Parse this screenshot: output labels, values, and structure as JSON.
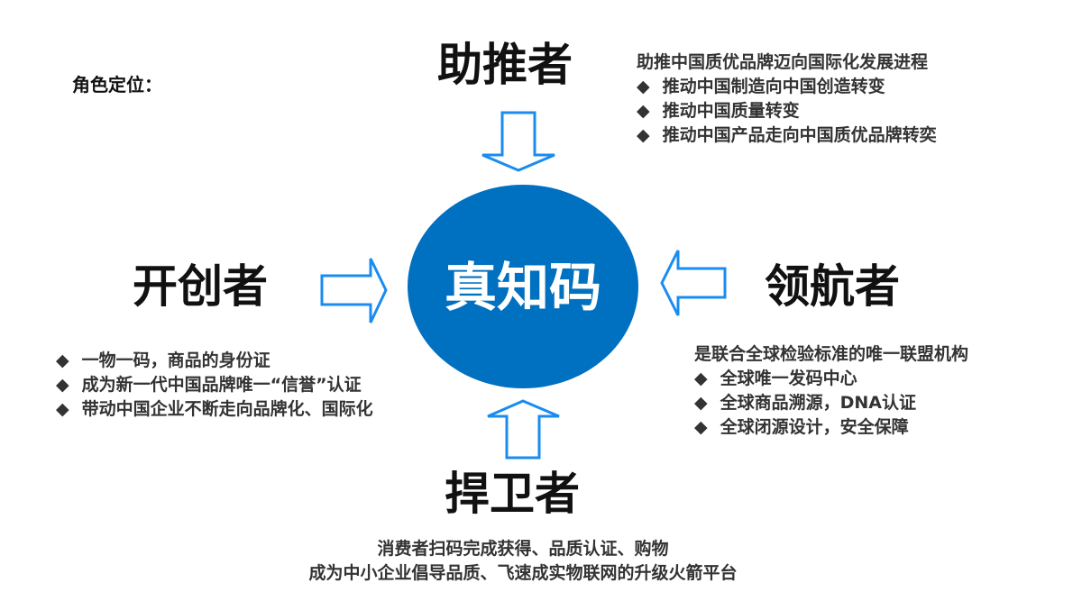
{
  "heading": "角色定位：",
  "center": {
    "label": "真知码",
    "color": "#0070c0"
  },
  "arrow_color": "#1a8cf0",
  "bullet_icon": "◆",
  "roles": {
    "top": {
      "title": "助推者",
      "intro": "助推中国质优品牌迈向国际化发展进程",
      "items": [
        "推动中国制造向中国创造转变",
        "推动中国质量转变",
        "推动中国产品走向中国质优品牌转奕"
      ]
    },
    "left": {
      "title": "开创者",
      "items": [
        "一物一码，商品的身份证",
        "成为新一代中国品牌唯一“信誉”认证",
        "带动中国企业不断走向品牌化、国际化"
      ]
    },
    "right": {
      "title": "领航者",
      "intro": "是联合全球检验标准的唯一联盟机构",
      "items": [
        "全球唯一发码中心",
        "全球商品溯源，DNA认证",
        "全球闭源设计，安全保障"
      ]
    },
    "bottom": {
      "title": "捍卫者",
      "lines": [
        "消费者扫码完成获得、品质认证、购物",
        "成为中小企业倡导品质、飞速成实物联网的升级火箭平台"
      ]
    }
  }
}
